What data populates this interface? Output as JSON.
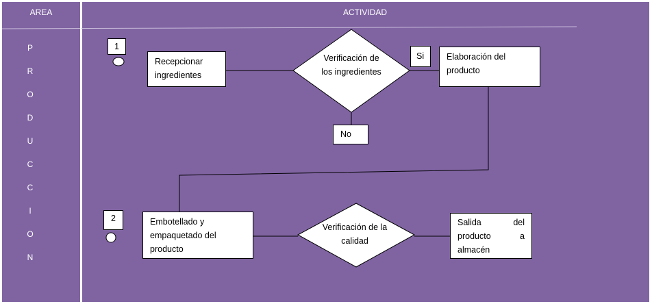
{
  "header": {
    "area": "AREA",
    "activity": "ACTIVIDAD"
  },
  "area_letters": [
    "P",
    "R",
    "O",
    "D",
    "U",
    "C",
    "C",
    "I",
    "O",
    "N"
  ],
  "markers": {
    "start": "1",
    "second": "2"
  },
  "nodes": {
    "recepcionar": "Recepcionar ingredientes",
    "verificacion_ingredientes": "Verificación de los ingredientes",
    "si": "Si",
    "no": "No",
    "elaboracion": "Elaboración del producto",
    "embotellado": "Embotellado y empaquetado del producto",
    "verificacion_calidad": "Verificación de la calidad",
    "salida_line1": "Salida del",
    "salida_line2": "producto a",
    "salida_line3": "almacén"
  },
  "colors": {
    "panel": "#8064a2",
    "box": "#ffffff",
    "line": "#000000"
  }
}
